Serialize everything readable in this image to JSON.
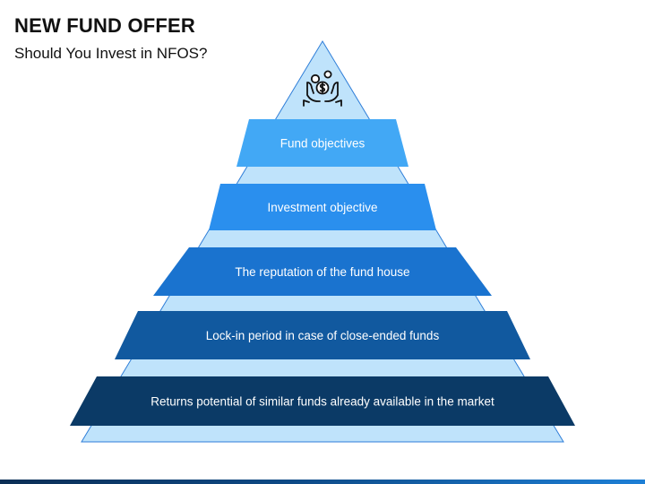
{
  "header": {
    "title": "NEW FUND OFFER",
    "subtitle": "Should You Invest in NFOS?"
  },
  "pyramid": {
    "apex_icon": "hands-holding-coins-icon",
    "colors": {
      "background": "#bfe3fb",
      "outline": "#2f7ed8"
    },
    "levels": [
      {
        "label": "Fund objectives",
        "color": "#42a8f5"
      },
      {
        "label": "Investment objective",
        "color": "#2a8fee"
      },
      {
        "label": "The reputation of the fund house",
        "color": "#1a73cf"
      },
      {
        "label": "Lock-in period in case of close-ended funds",
        "color": "#11599f"
      },
      {
        "label": "Returns potential of similar funds already available in the market",
        "color": "#0b3a66"
      }
    ]
  }
}
